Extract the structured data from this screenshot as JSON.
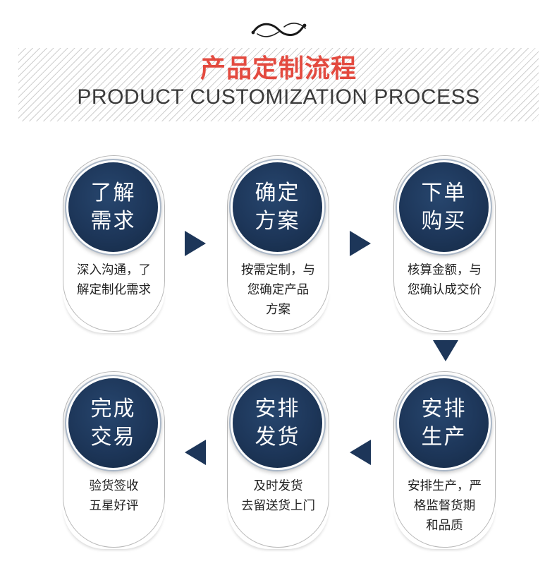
{
  "header": {
    "title": "产品定制流程",
    "subtitle": "PRODUCT CUSTOMIZATION PROCESS"
  },
  "colors": {
    "title_red": "#e34a3f",
    "navy": "#1d3659",
    "text": "#222222"
  },
  "steps": [
    {
      "title_lines": [
        "了解",
        "需求"
      ],
      "desc_lines": [
        "深入沟通，了",
        "解定制化需求"
      ]
    },
    {
      "title_lines": [
        "确定",
        "方案"
      ],
      "desc_lines": [
        "按需定制，与",
        "您确定产品",
        "方案"
      ]
    },
    {
      "title_lines": [
        "下单",
        "购买"
      ],
      "desc_lines": [
        "核算金额，与",
        "您确认成交价"
      ]
    },
    {
      "title_lines": [
        "安排",
        "生产"
      ],
      "desc_lines": [
        "安排生产，严",
        "格监督货期",
        "和品质"
      ]
    },
    {
      "title_lines": [
        "安排",
        "发货"
      ],
      "desc_lines": [
        "及时发货",
        "去留送货上门"
      ]
    },
    {
      "title_lines": [
        "完成",
        "交易"
      ],
      "desc_lines": [
        "验货签收",
        "五星好评"
      ]
    }
  ],
  "icons": {
    "ornament": "swash-ornament-icon",
    "arrow_right": "triangle-right-icon",
    "arrow_left": "triangle-left-icon",
    "arrow_down": "triangle-down-icon"
  }
}
